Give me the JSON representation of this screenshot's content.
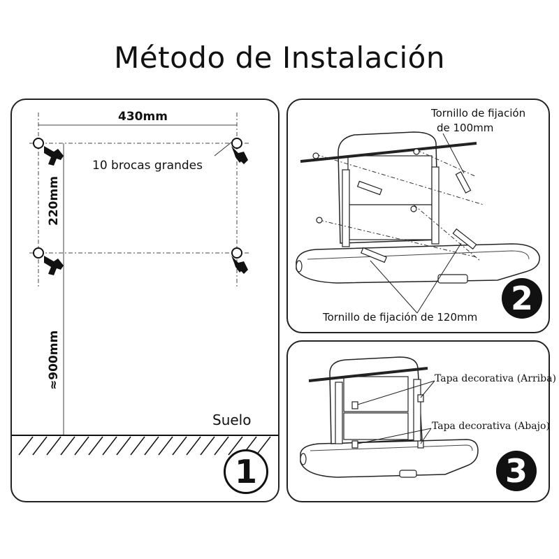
{
  "title": "Método de Instalación",
  "step1": {
    "number": "1",
    "width_label": "430mm",
    "height_label": "220mm",
    "floor_height_label": "≈900mm",
    "drill_label": "10 brocas grandes",
    "floor_label": "Suelo"
  },
  "step2": {
    "number": "2",
    "screw_100_label_line1": "Tornillo de fijación",
    "screw_100_label_line2": "de 100mm",
    "screw_120_label": "Tornillo de fijación de 120mm"
  },
  "step3": {
    "number": "3",
    "cap_top_label": "Tapa decorativa (Arriba)",
    "cap_bottom_label": "Tapa decorativa (Abajo)"
  }
}
